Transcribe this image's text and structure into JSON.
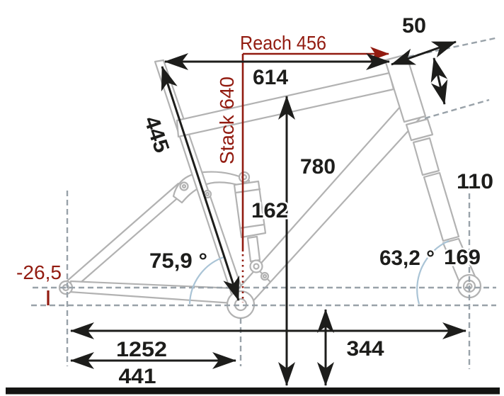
{
  "title": "Mountain bike frame geometry diagram",
  "colors": {
    "accent": "#921b10",
    "ink": "#1d1d1b",
    "tube": "#b2b2b2",
    "dash": "#99a2a9",
    "arc": "#aac4d6",
    "bg": "#ffffff"
  },
  "labels": {
    "reach": "Reach 456",
    "stack": "Stack 640",
    "bb_drop": "-26,5",
    "top_tube_horizontal": "614",
    "seat_tube_length": "445",
    "standover_height": "780",
    "shock_length": "162",
    "stem_spacer": "50",
    "head_tube_length": "110",
    "seat_tube_angle": "75,9 °",
    "head_tube_angle": "63,2 °",
    "fork_trail": "169",
    "wheelbase": "1252",
    "chainstay_length": "441",
    "bb_height": "344"
  }
}
